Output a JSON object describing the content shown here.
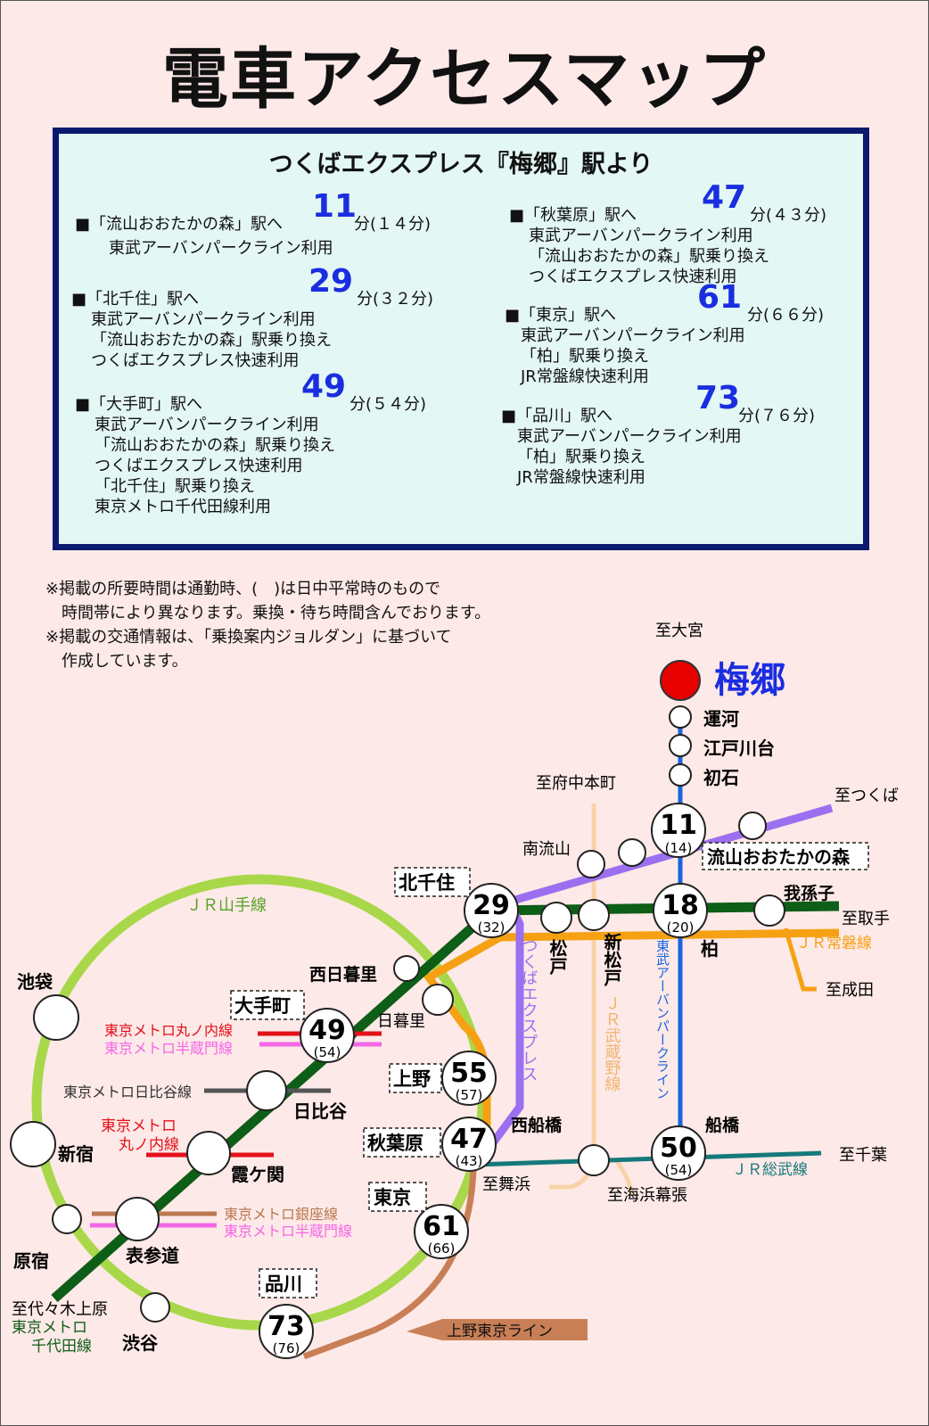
{
  "title": "電車アクセスマップ",
  "subtitle": "つくばエクスプレス『梅郷』駅より",
  "routes": [
    {
      "dest": "■「流山おおたかの森」駅へ",
      "minutes": "11",
      "suffix": "分(１４分)",
      "lines": [
        "東武アーバンパークライン利用"
      ]
    },
    {
      "dest": "■「北千住」駅へ",
      "minutes": "29",
      "suffix": "分(３２分)",
      "lines": [
        "東武アーバンパークライン利用",
        "「流山おおたかの森」駅乗り換え",
        "つくばエクスプレス快速利用"
      ]
    },
    {
      "dest": "■「大手町」駅へ",
      "minutes": "49",
      "suffix": "分(５４分)",
      "lines": [
        "東武アーバンパークライン利用",
        "「流山おおたかの森」駅乗り換え",
        "つくばエクスプレス快速利用",
        "「北千住」駅乗り換え",
        "東京メトロ千代田線利用"
      ]
    },
    {
      "dest": "■「秋葉原」駅へ",
      "minutes": "47",
      "suffix": "分(４３分)",
      "lines": [
        "東武アーバンパークライン利用",
        "「流山おおたかの森」駅乗り換え",
        "つくばエクスプレス快速利用"
      ]
    },
    {
      "dest": "■「東京」駅へ",
      "minutes": "61",
      "suffix": "分(６６分)",
      "lines": [
        "東武アーバンパークライン利用",
        "「柏」駅乗り換え",
        "JR常盤線快速利用"
      ]
    },
    {
      "dest": "■「品川」駅へ",
      "minutes": "73",
      "suffix": "分(７６分)",
      "lines": [
        "東武アーバンパークライン利用",
        "「柏」駅乗り換え",
        "JR常盤線快速利用"
      ]
    }
  ],
  "notes": [
    "※掲載の所要時間は通勤時、(　)は日中平常時のもので",
    "　時間帯により異なります。乗換・待ち時間含んでおります。",
    "※掲載の交通情報は、「乗換案内ジョルダン」に基づいて",
    "　作成しています。"
  ],
  "colors": {
    "yamanote": "#a8d84a",
    "chiyoda": "#0d5e16",
    "jobanjr": "#f5a113",
    "tx": "#9b6ff0",
    "tobu": "#1a64e0",
    "musashino": "#f9d3a8",
    "sobu": "#15797b",
    "marunouchi": "#e4101a",
    "hanzomon": "#f466e8",
    "hibiya": "#555555",
    "ginza": "#b97951",
    "uenotokyo": "#c97f56",
    "home": "#e60000",
    "minutes": "#1a2ee0"
  },
  "map": {
    "home_station": "梅郷",
    "to_omiya": "至大宮",
    "to_fuchu": "至府中本町",
    "to_tsukuba": "至つくば",
    "to_toride": "至取手",
    "to_naritaa": "至成田",
    "to_chiba": "至千葉",
    "to_maihama": "至舞浜",
    "to_kaihin": "至海浜幕張",
    "to_yoyogi": "至代々木上原",
    "stations": {
      "unga": "運河",
      "edogawadai": "江戸川台",
      "hatsuishi": "初石",
      "minaminagareyama": "南流山",
      "nagareyama_otaka": "流山おおたかの森",
      "kitasenju": "北千住",
      "abiko": "我孫子",
      "kashiwa": "柏",
      "matsudo": "松戸",
      "shinmatsudo": "新松戸",
      "nishinippori": "西日暮里",
      "nippori": "日暮里",
      "otemachi": "大手町",
      "ueno": "上野",
      "hibiya": "日比谷",
      "akihabara": "秋葉原",
      "nishifunabashi": "西船橋",
      "funabashi": "船橋",
      "ikebukuro": "池袋",
      "shinjuku": "新宿",
      "kasumigaseki": "霞ケ関",
      "tokyo": "東京",
      "harajuku": "原宿",
      "omotesando": "表参道",
      "shinagawa": "品川",
      "shibuya": "渋谷"
    },
    "badges": [
      {
        "id": "nagareyama",
        "main": "11",
        "sub": "(14)"
      },
      {
        "id": "kashiwa",
        "main": "18",
        "sub": "(20)"
      },
      {
        "id": "kitasenju",
        "main": "29",
        "sub": "(32)"
      },
      {
        "id": "otemachi",
        "main": "49",
        "sub": "(54)"
      },
      {
        "id": "ueno",
        "main": "55",
        "sub": "(57)"
      },
      {
        "id": "akihabara",
        "main": "47",
        "sub": "(43)"
      },
      {
        "id": "funabashi",
        "main": "50",
        "sub": "(54)"
      },
      {
        "id": "tokyo",
        "main": "61",
        "sub": "(66)"
      },
      {
        "id": "shinagawa",
        "main": "73",
        "sub": "(76)"
      }
    ],
    "line_labels": {
      "yamanote": "ＪＲ山手線",
      "joban": "ＪＲ常磐線",
      "sobu": "ＪＲ総武線",
      "tx": "つくばエクスプレス",
      "musashino": "ＪＲ武蔵野線",
      "tobu": "東武アーバンパークライン",
      "marunouchi_otemachi": "東京メトロ丸ノ内線",
      "hanzomon_otemachi": "東京メトロ半蔵門線",
      "hibiya": "東京メトロ日比谷線",
      "marunouchi_kasumi_1": "東京メトロ",
      "marunouchi_kasumi_2": "丸ノ内線",
      "ginza": "東京メトロ銀座線",
      "hanzomon_omote": "東京メトロ半蔵門線",
      "chiyoda_1": "東京メトロ",
      "chiyoda_2": "千代田線",
      "uenotokyo": "上野東京ライン"
    }
  }
}
